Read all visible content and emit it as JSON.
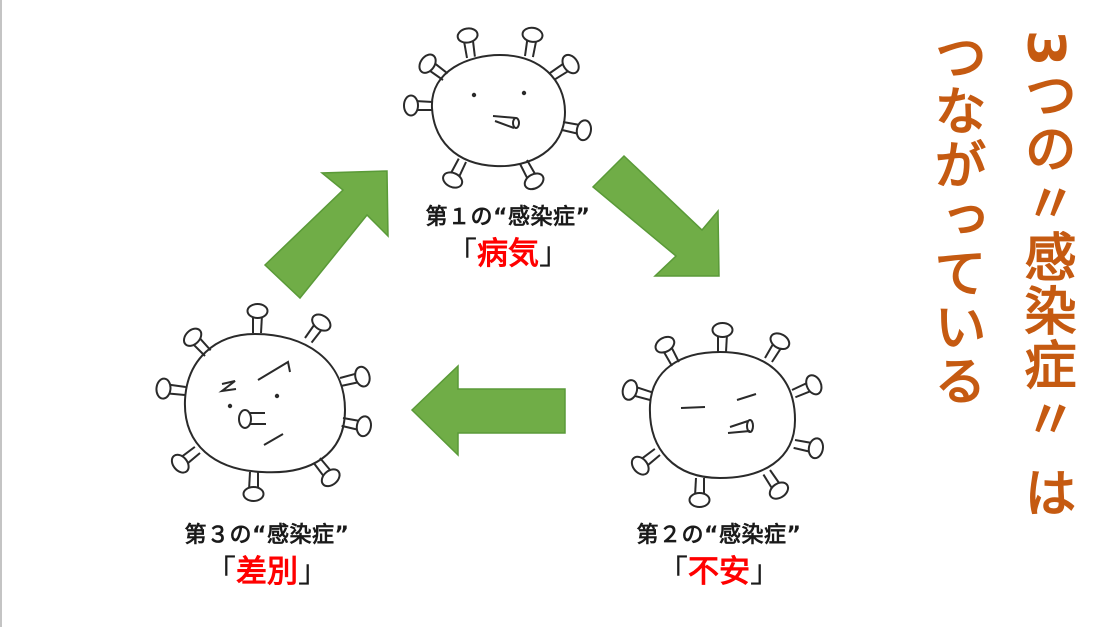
{
  "colors": {
    "arrow_fill": "#70AD47",
    "arrow_stroke": "#5a9a38",
    "title": "#C55A11",
    "keyword": "#FF0000",
    "text": "#1A1A1A"
  },
  "title": {
    "line1": "3つの〃感染症〃 は",
    "line2": "つながっている"
  },
  "nodes": [
    {
      "id": "first",
      "sublabel": "第１の“感染症”",
      "open_bracket": "「",
      "keyword": "病気",
      "close_bracket": "」",
      "face": "mild"
    },
    {
      "id": "second",
      "sublabel": "第２の“感染症”",
      "open_bracket": "「",
      "keyword": "不安",
      "close_bracket": "」",
      "face": "uneasy"
    },
    {
      "id": "third",
      "sublabel": "第３の“感染症”",
      "open_bracket": "「",
      "keyword": "差別",
      "close_bracket": "」",
      "face": "angry"
    }
  ],
  "arrows": [
    {
      "from": "third",
      "to": "first",
      "direction": "up-right"
    },
    {
      "from": "first",
      "to": "second",
      "direction": "down-right"
    },
    {
      "from": "second",
      "to": "third",
      "direction": "left"
    }
  ]
}
